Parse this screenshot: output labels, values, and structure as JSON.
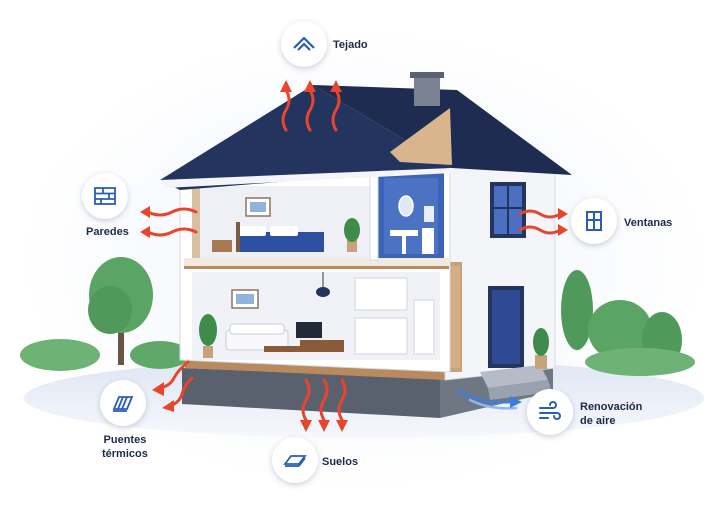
{
  "labels": {
    "tejado": "Tejado",
    "paredes": "Paredes",
    "ventanas": "Ventanas",
    "puentes_termicos": "Puentes\ntérmicos",
    "suelos": "Suelos",
    "renovacion_aire": "Renovación\nde aire"
  },
  "colors": {
    "accent": "#2a5db8",
    "heat_arrow": "#e8452c",
    "air_arrow": "#3a7fe0",
    "roof": "#23345e",
    "wall": "#f4f5f8",
    "ground": "#c9d4e8",
    "tree": "#4f9a5a"
  },
  "icons": [
    "roof-icon",
    "brick-wall-icon",
    "window-icon",
    "thermal-bridge-icon",
    "floor-icon",
    "air-flow-icon"
  ]
}
